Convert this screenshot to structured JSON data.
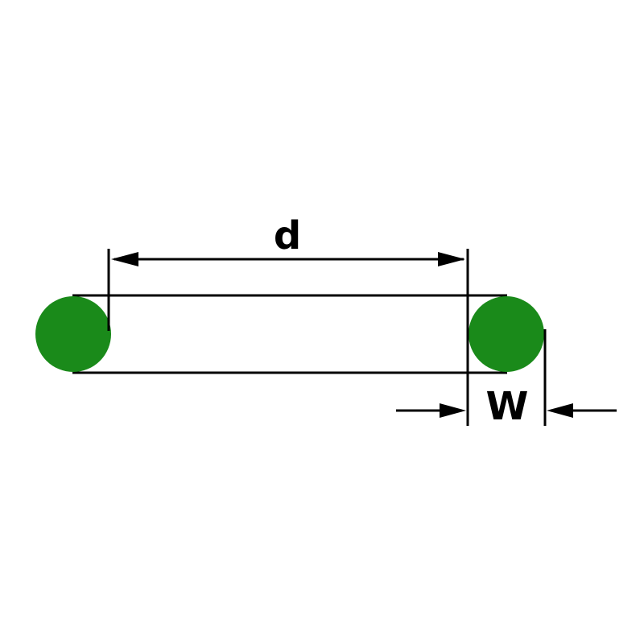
{
  "diagram": {
    "type": "o-ring-cross-section-dimension-drawing",
    "labels": {
      "inner_diameter": "d",
      "cross_section_width": "W"
    },
    "colors": {
      "ring_fill": "#1a8a1a",
      "line": "#000000",
      "background": "#ffffff"
    }
  }
}
